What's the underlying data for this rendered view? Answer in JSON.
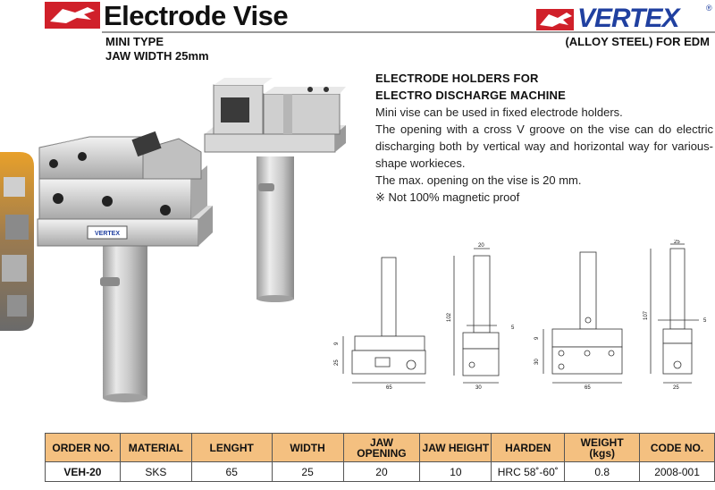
{
  "header": {
    "title": "Electrode Vise",
    "subtitle_line1": "MINI TYPE",
    "subtitle_line2": "JAW WIDTH 25mm",
    "spec_right": "(ALLOY STEEL) FOR EDM",
    "brand": "VERTEX",
    "brand_mark": "®"
  },
  "description": {
    "heading_line1": "ELECTRODE HOLDERS FOR",
    "heading_line2": "ELECTRO DISCHARGE MACHINE",
    "p1": "Mini vise can be used in fixed electrode holders.",
    "p2": "The opening with a cross V groove on the vise can do electric discharging both by vertical way and horizontal way for various-shape workieces.",
    "p3": "The max. opening on the vise is 20 mm.",
    "p4": "※ Not 100% magnetic proof"
  },
  "drawings": {
    "dim_65a": "65",
    "dim_25a": "25",
    "dim_9a": "9",
    "dim_20": "20",
    "dim_102": "102",
    "dim_5a": "5",
    "dim_30a": "30",
    "dim_9b": "9",
    "dim_30b": "30",
    "dim_65b": "65",
    "dim_25top": "25",
    "dim_107": "107",
    "dim_5b": "5",
    "dim_25b": "25"
  },
  "table": {
    "headers": [
      "ORDER NO.",
      "MATERIAL",
      "LENGHT",
      "WIDTH",
      "JAW OPENING",
      "JAW HEIGHT",
      "HARDEN",
      "WEIGHT (kgs)",
      "CODE NO."
    ],
    "rows": [
      [
        "VEH-20",
        "SKS",
        "65",
        "25",
        "20",
        "10",
        "HRC 58˚-60˚",
        "0.8",
        "2008-001"
      ]
    ]
  },
  "colors": {
    "brand_red": "#d0202a",
    "brand_blue": "#2040a0",
    "table_header": "#f4c080"
  }
}
